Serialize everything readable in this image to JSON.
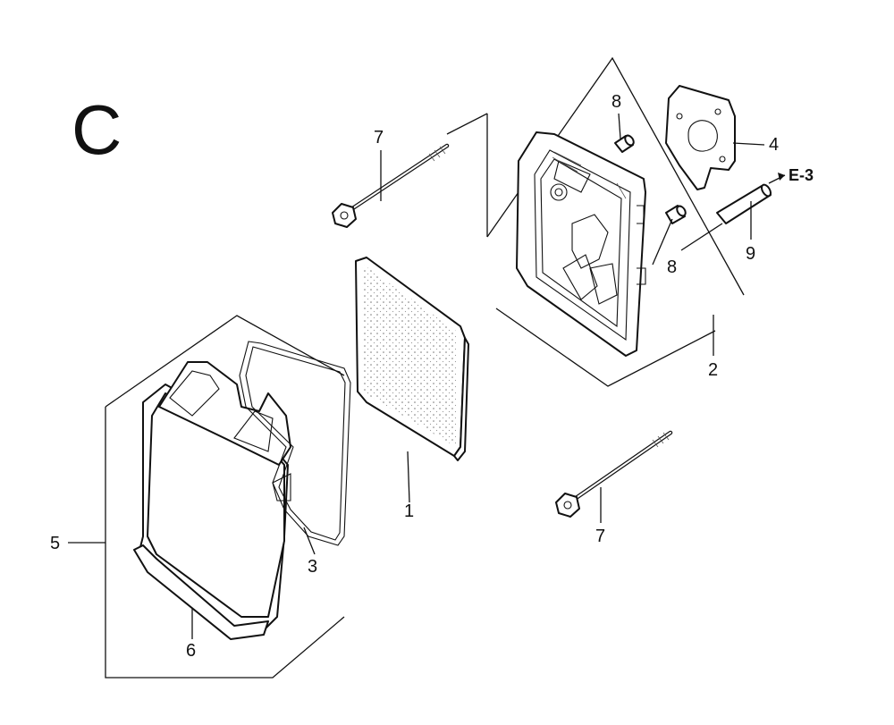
{
  "diagram": {
    "section_letter": "C",
    "callouts": [
      {
        "id": "c1",
        "text": "1"
      },
      {
        "id": "c2",
        "text": "2"
      },
      {
        "id": "c3",
        "text": "3"
      },
      {
        "id": "c4",
        "text": "4"
      },
      {
        "id": "c5",
        "text": "5"
      },
      {
        "id": "c6",
        "text": "6"
      },
      {
        "id": "c7a",
        "text": "7"
      },
      {
        "id": "c7b",
        "text": "7"
      },
      {
        "id": "c8a",
        "text": "8"
      },
      {
        "id": "c8b",
        "text": "8"
      },
      {
        "id": "c9",
        "text": "9"
      }
    ],
    "reference": "E-3"
  }
}
